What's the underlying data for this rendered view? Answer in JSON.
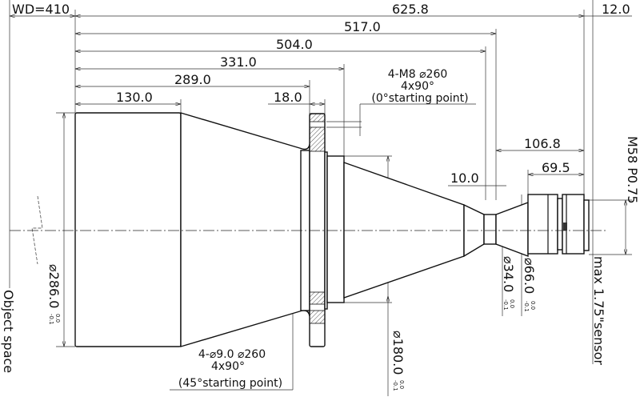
{
  "dims": {
    "wd": "WD=410",
    "total": "625.8",
    "back": "12.0",
    "d517": "517.0",
    "d504": "504.0",
    "d331": "331.0",
    "d289": "289.0",
    "d130": "130.0",
    "d18": "18.0",
    "d106": "106.8",
    "d69": "69.5",
    "d10": "10.0"
  },
  "diameters": {
    "d286": "⌀286.0",
    "d180": "⌀180.0",
    "d66": "⌀66.0",
    "d34": "⌀34.0",
    "tol_upper": "0.0",
    "tol_lower": "-0.1"
  },
  "notes": {
    "front_holes": [
      "4-M8 ⌀260",
      "4x90°",
      "(0°starting point)"
    ],
    "flange_holes": [
      "4-⌀9.0  ⌀260",
      "4x90°",
      "(45°starting point)"
    ],
    "mount": "M58 P0.75",
    "sensor": "max 1.75\"sensor",
    "object_space": "Object space"
  }
}
